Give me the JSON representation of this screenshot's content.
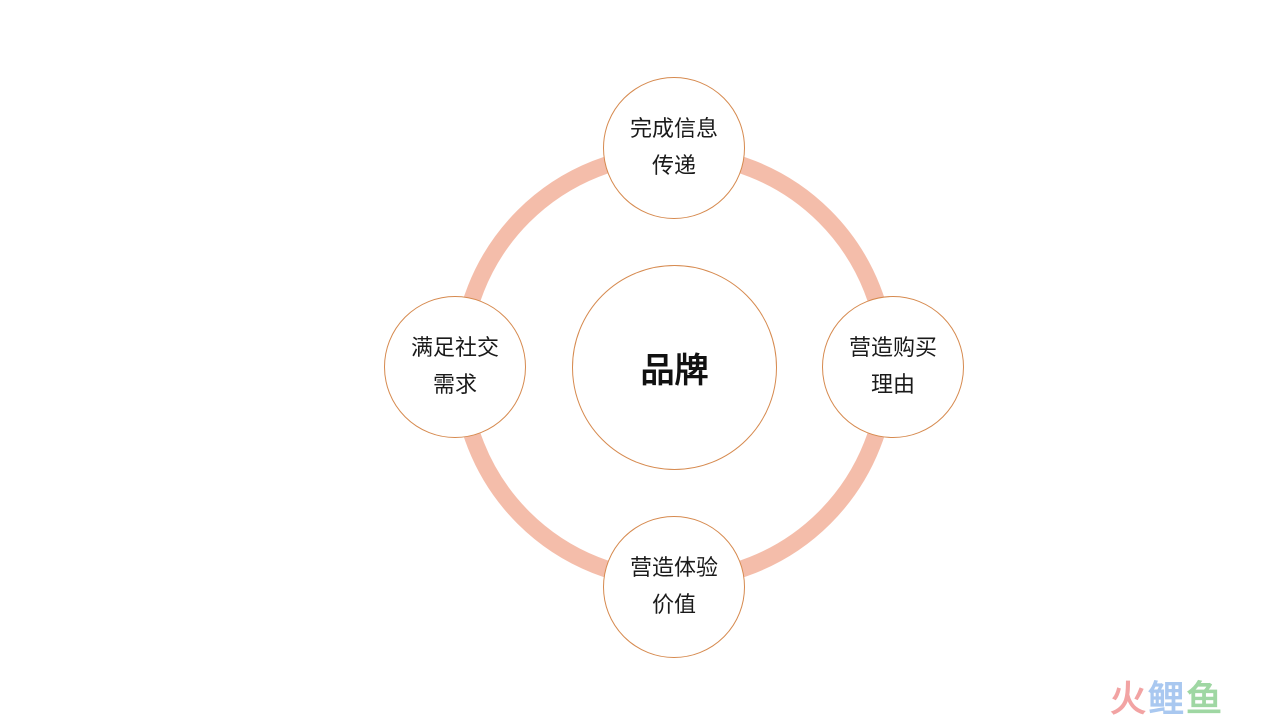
{
  "diagram": {
    "center": {
      "label": "品牌"
    },
    "nodes": [
      {
        "id": "top",
        "label": "完成信息\n传递"
      },
      {
        "id": "right",
        "label": "营造购买\n理由"
      },
      {
        "id": "bottom",
        "label": "营造体验\n价值"
      },
      {
        "id": "left",
        "label": "满足社交\n需求"
      }
    ]
  },
  "colors": {
    "ring": "#f4bdaa",
    "circle_border": "#d68a4f",
    "text": "#1a1a1a"
  },
  "watermark": {
    "char1": "火",
    "char2": "鲤",
    "char3": "鱼"
  }
}
